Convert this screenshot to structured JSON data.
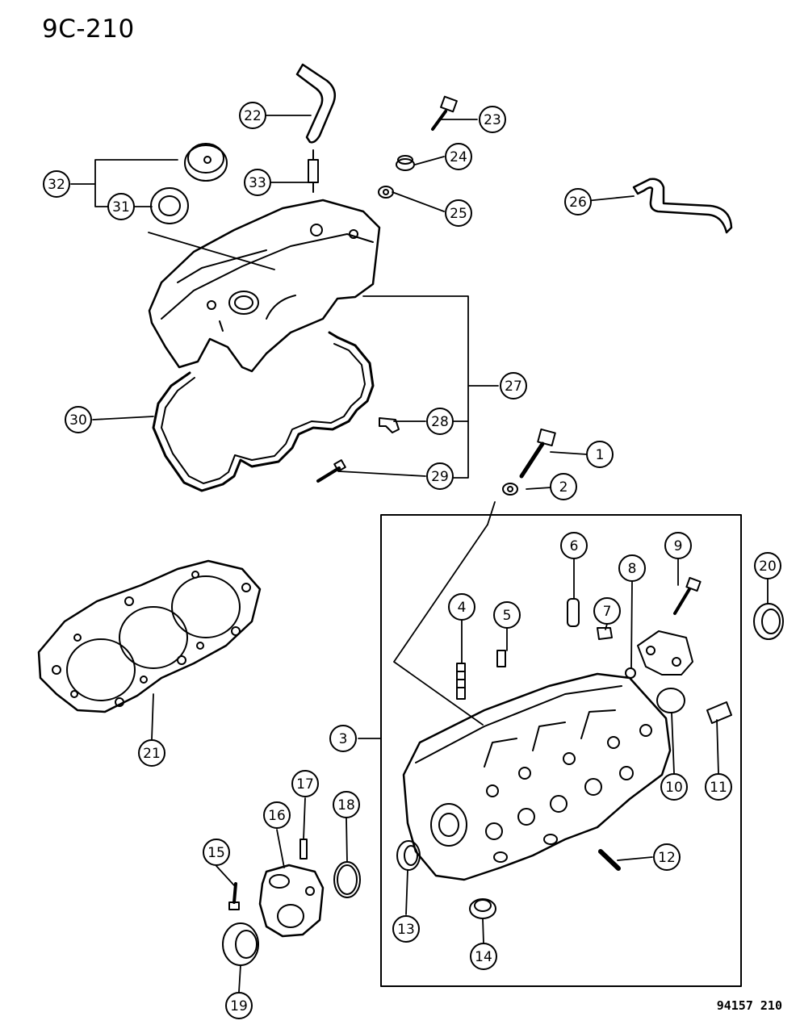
{
  "header": {
    "page_code": "9C-210"
  },
  "footer": {
    "ref_code": "94157 210"
  },
  "callouts": [
    {
      "id": "1",
      "label": "1"
    },
    {
      "id": "2",
      "label": "2"
    },
    {
      "id": "3",
      "label": "3"
    },
    {
      "id": "4",
      "label": "4"
    },
    {
      "id": "5",
      "label": "5"
    },
    {
      "id": "6",
      "label": "6"
    },
    {
      "id": "7",
      "label": "7"
    },
    {
      "id": "8",
      "label": "8"
    },
    {
      "id": "9",
      "label": "9"
    },
    {
      "id": "10",
      "label": "10"
    },
    {
      "id": "11",
      "label": "11"
    },
    {
      "id": "12",
      "label": "12"
    },
    {
      "id": "13",
      "label": "13"
    },
    {
      "id": "14",
      "label": "14"
    },
    {
      "id": "15",
      "label": "15"
    },
    {
      "id": "16",
      "label": "16"
    },
    {
      "id": "17",
      "label": "17"
    },
    {
      "id": "18",
      "label": "18"
    },
    {
      "id": "19",
      "label": "19"
    },
    {
      "id": "20",
      "label": "20"
    },
    {
      "id": "21",
      "label": "21"
    },
    {
      "id": "22",
      "label": "22"
    },
    {
      "id": "23",
      "label": "23"
    },
    {
      "id": "24",
      "label": "24"
    },
    {
      "id": "25",
      "label": "25"
    },
    {
      "id": "26",
      "label": "26"
    },
    {
      "id": "27",
      "label": "27"
    },
    {
      "id": "28",
      "label": "28"
    },
    {
      "id": "29",
      "label": "29"
    },
    {
      "id": "30",
      "label": "30"
    },
    {
      "id": "31",
      "label": "31"
    },
    {
      "id": "32",
      "label": "32"
    },
    {
      "id": "33",
      "label": "33"
    }
  ]
}
